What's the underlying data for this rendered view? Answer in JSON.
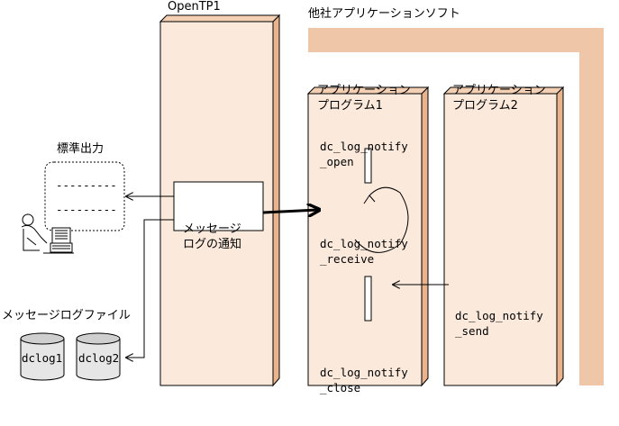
{
  "labels": {
    "opentp1": "OpenTP1",
    "other_software": "他社アプリケーションソフト",
    "app1": [
      "アプリケーション",
      "プログラム1"
    ],
    "app2": [
      "アプリケーション",
      "プログラム2"
    ],
    "std_output": "標準出力",
    "message_notify": [
      "メッセージ",
      "ログの通知"
    ],
    "log_file": "メッセージログファイル"
  },
  "monitor_lines": [
    "---------",
    "---------"
  ],
  "functions": {
    "open": [
      "dc_log_notify",
      "_open"
    ],
    "receive": [
      "dc_log_notify",
      "_receive"
    ],
    "close": [
      "dc_log_notify",
      "_close"
    ],
    "send": [
      "dc_log_notify",
      "_send"
    ]
  },
  "disks": [
    "dclog1",
    "dclog2"
  ],
  "icons": {
    "user": "user-at-terminal-icon",
    "disk": "disk-cylinder-icon"
  },
  "colors": {
    "panel_fill": "#fbe9dc",
    "panel_side": "#e9b48c",
    "frame": "#efc7a8",
    "line": "#000000"
  }
}
